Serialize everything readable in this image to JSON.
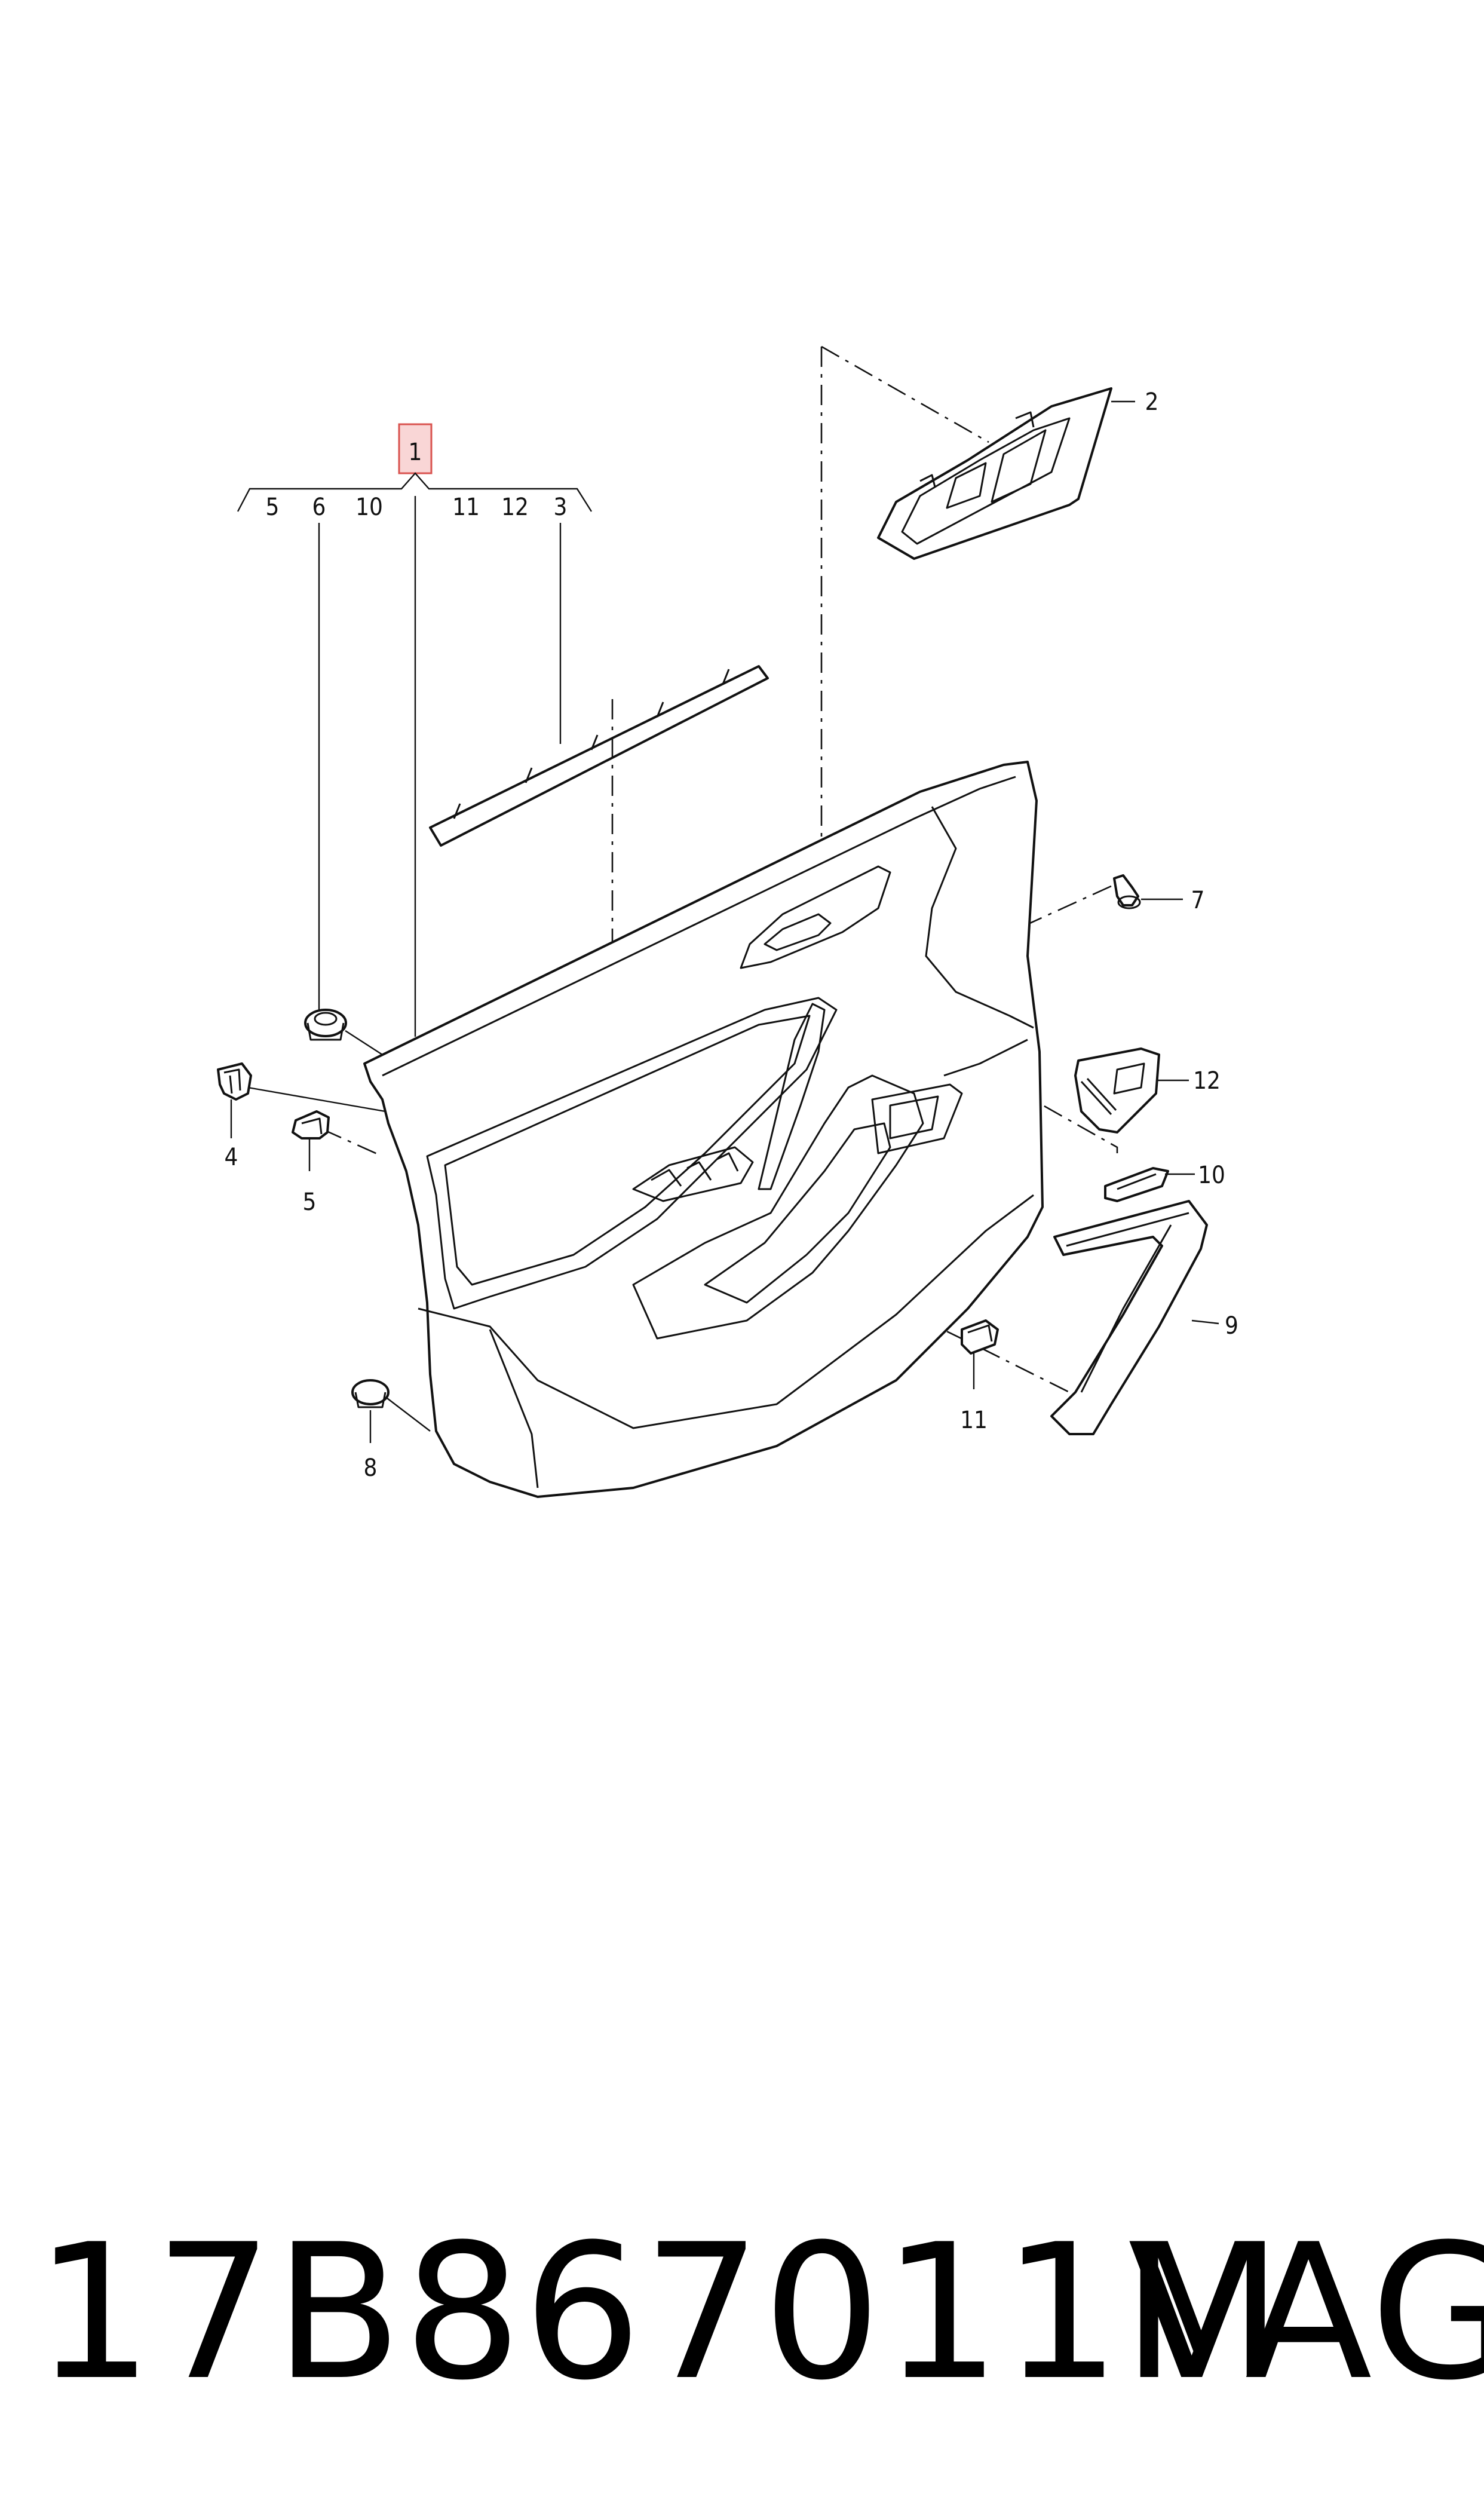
{
  "callouts": {
    "c1": "1",
    "c2": "2",
    "c3": "3",
    "c4": "4",
    "c5a": "5",
    "c5b": "5",
    "c6": "6",
    "c7": "7",
    "c8": "8",
    "c9": "9",
    "c10a": "10",
    "c10b": "10",
    "c11a": "11",
    "c11b": "11",
    "c12a": "12",
    "c12b": "12"
  },
  "footer": {
    "part_number": "17B867011M",
    "brand": "VAG"
  },
  "colors": {
    "highlight_fill": "#f9d6d6",
    "highlight_stroke": "#d9534f",
    "line": "#111111"
  }
}
